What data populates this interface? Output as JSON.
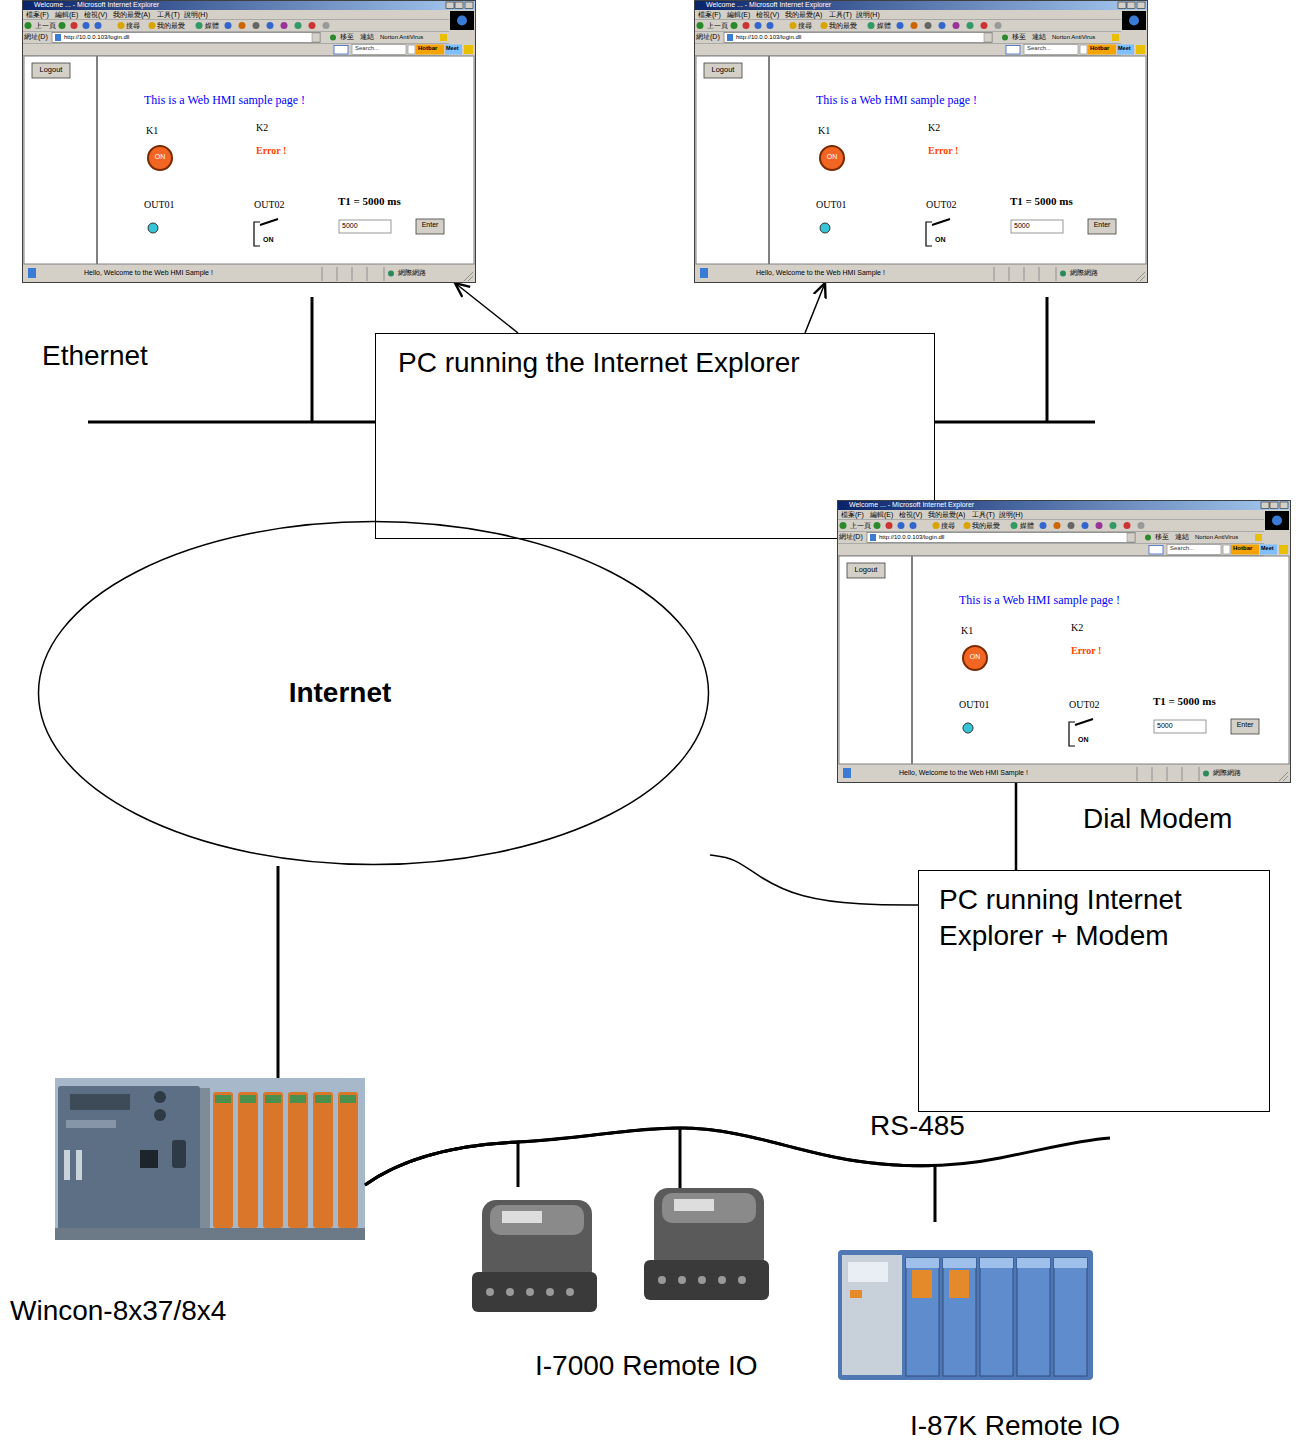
{
  "diagram": {
    "nodes": [
      {
        "text": [
          "Welcome ... - Microsoft Internet Explorer",
          "檔案(F)",
          "編輯(E)",
          "檢視(V)",
          "我的最愛(A)",
          "工具(T)",
          "說明(H)",
          "上一頁",
          "搜尋",
          "我的最愛",
          "媒體",
          "網址(D)",
          "http://10.0.0.103/login.dll",
          "移至",
          "連結",
          "Norton AntiVirus",
          "Search...",
          "Hotbar",
          "Meet",
          "Logout",
          "This is a Web HMI sample page !",
          "K1",
          "ON",
          "K2",
          "Error !",
          "OUT01",
          "OUT02",
          "T1 = 5000 ms",
          "ON",
          "5000",
          "Enter",
          "Hello, Welcome to the Web HMI Sample !",
          "網際網路"
        ]
      },
      {
        "text": [
          "Welcome ... - Microsoft Internet Explorer",
          "檔案(F)",
          "編輯(E)",
          "檢視(V)",
          "我的最愛(A)",
          "工具(T)",
          "說明(H)",
          "上一頁",
          "搜尋",
          "我的最愛",
          "媒體",
          "網址(D)",
          "http://10.0.0.103/login.dll",
          "移至",
          "連結",
          "Norton AntiVirus",
          "Search...",
          "Hotbar",
          "Meet",
          "Logout",
          "This is a Web HMI sample page !",
          "K1",
          "ON",
          "K2",
          "Error !",
          "OUT01",
          "OUT02",
          "T1 = 5000 ms",
          "ON",
          "5000",
          "Enter",
          "Hello, Welcome to the Web HMI Sample !",
          "網際網路"
        ]
      },
      {
        "text": [
          "PC running the Internet Explorer"
        ]
      },
      {
        "text": [
          "Internet"
        ]
      },
      {
        "text": [
          "Welcome ... - Microsoft Internet Explorer",
          "檔案(F)",
          "編輯(E)",
          "檢視(V)",
          "我的最愛(A)",
          "工具(T)",
          "說明(H)",
          "上一頁",
          "搜尋",
          "我的最愛",
          "媒體",
          "網址(D)",
          "http://10.0.0.103/login.dll",
          "移至",
          "連結",
          "Norton AntiVirus",
          "Search...",
          "Hotbar",
          "Meet",
          "Logout",
          "This is a Web HMI sample page !",
          "K1",
          "ON",
          "K2",
          "Error !",
          "OUT01",
          "OUT02",
          "T1 = 5000 ms",
          "ON",
          "5000",
          "Enter",
          "Hello, Welcome to the Web HMI Sample !",
          "網際網路"
        ]
      },
      {
        "text": [
          "PC running Internet Explorer + Modem"
        ]
      },
      {
        "text": [
          "Wincon-8x37/8x4"
        ]
      },
      {
        "text": [
          "I-7000 Remote IO"
        ]
      },
      {
        "text": [
          "I-87K Remote IO"
        ]
      }
    ],
    "edges": [
      {
        "from": 2,
        "to": 0,
        "arrow": "to"
      },
      {
        "from": 2,
        "to": 1,
        "arrow": "to"
      },
      {
        "from": 4,
        "to": 5,
        "arrow": "none"
      },
      {
        "from": 3,
        "to": 5,
        "arrow": "none"
      },
      {
        "from": 3,
        "to": 6,
        "arrow": "none"
      },
      {
        "from": 6,
        "to": 7,
        "arrow": "none"
      },
      {
        "from": 6,
        "to": 8,
        "arrow": "none"
      }
    ],
    "labels": [
      "Ethernet",
      "Dial Modem",
      "RS-485"
    ]
  }
}
